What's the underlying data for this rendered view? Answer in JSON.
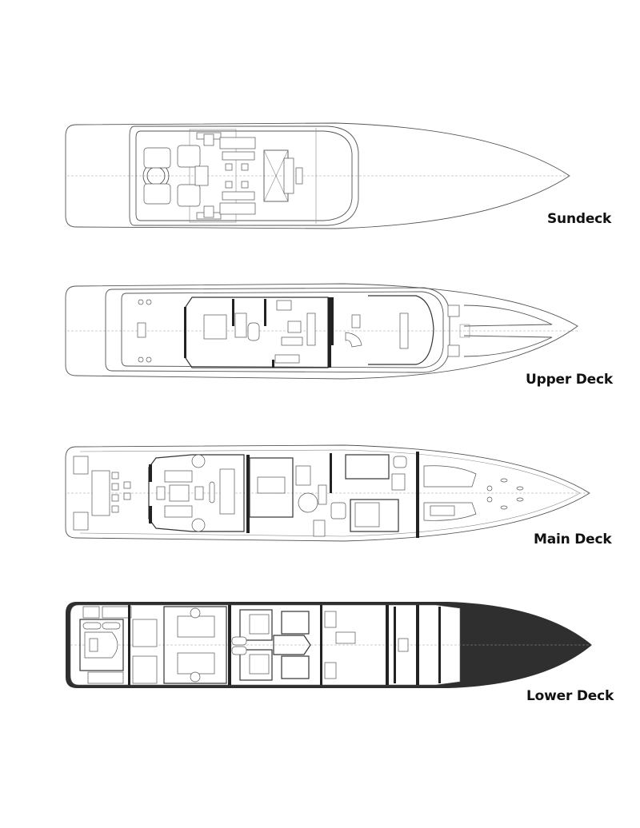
{
  "diagram": {
    "type": "yacht-deck-plans",
    "decks": [
      {
        "id": "sundeck",
        "label": "Sundeck"
      },
      {
        "id": "upper",
        "label": "Upper Deck"
      },
      {
        "id": "main",
        "label": "Main Deck"
      },
      {
        "id": "lower",
        "label": "Lower Deck"
      }
    ]
  }
}
